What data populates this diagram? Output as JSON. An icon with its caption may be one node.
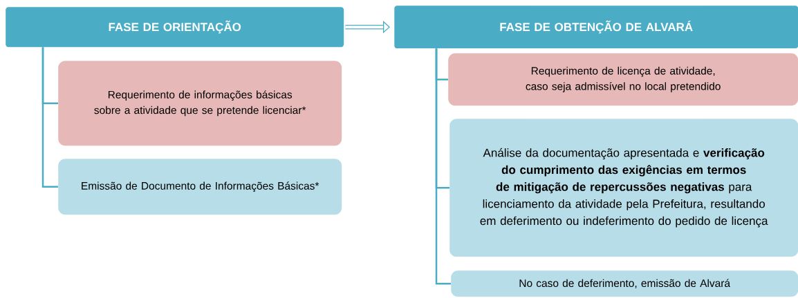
{
  "diagram": {
    "nodes": [
      {
        "text": [
          "FASE DE ORIENTAÇÃO"
        ]
      },
      {
        "text": [
          "Requerimento de informações básicas sobre a atividade que se pretende licenciar*"
        ]
      },
      {
        "text": [
          "Emissão de Documento de Informações Básicas*"
        ]
      },
      {
        "text": [
          "FASE DE OBTENÇÃO DE ALVARÁ"
        ]
      },
      {
        "text": [
          "Requerimento de licença de atividade, caso seja admissível no local pretendido"
        ]
      },
      {
        "text": [
          "Análise da documentação apresentada e **verificação do cumprimento das exigências em termos de mitigação de repercussões negativas** para licenciamento da atividade pela Prefeitura, resultando em deferimento ou indeferimento do pedido de licença"
        ]
      },
      {
        "text": [
          "No caso de deferimento, emissão de Alvará"
        ]
      }
    ],
    "edges": [
      {
        "from": 0,
        "to": 1,
        "arrow": "none"
      },
      {
        "from": 0,
        "to": 2,
        "arrow": "none"
      },
      {
        "from": 0,
        "to": 3,
        "arrow": "to",
        "style": "thick"
      },
      {
        "from": 3,
        "to": 4,
        "arrow": "none"
      },
      {
        "from": 3,
        "to": 5,
        "arrow": "none"
      },
      {
        "from": 3,
        "to": 6,
        "arrow": "none"
      }
    ]
  }
}
